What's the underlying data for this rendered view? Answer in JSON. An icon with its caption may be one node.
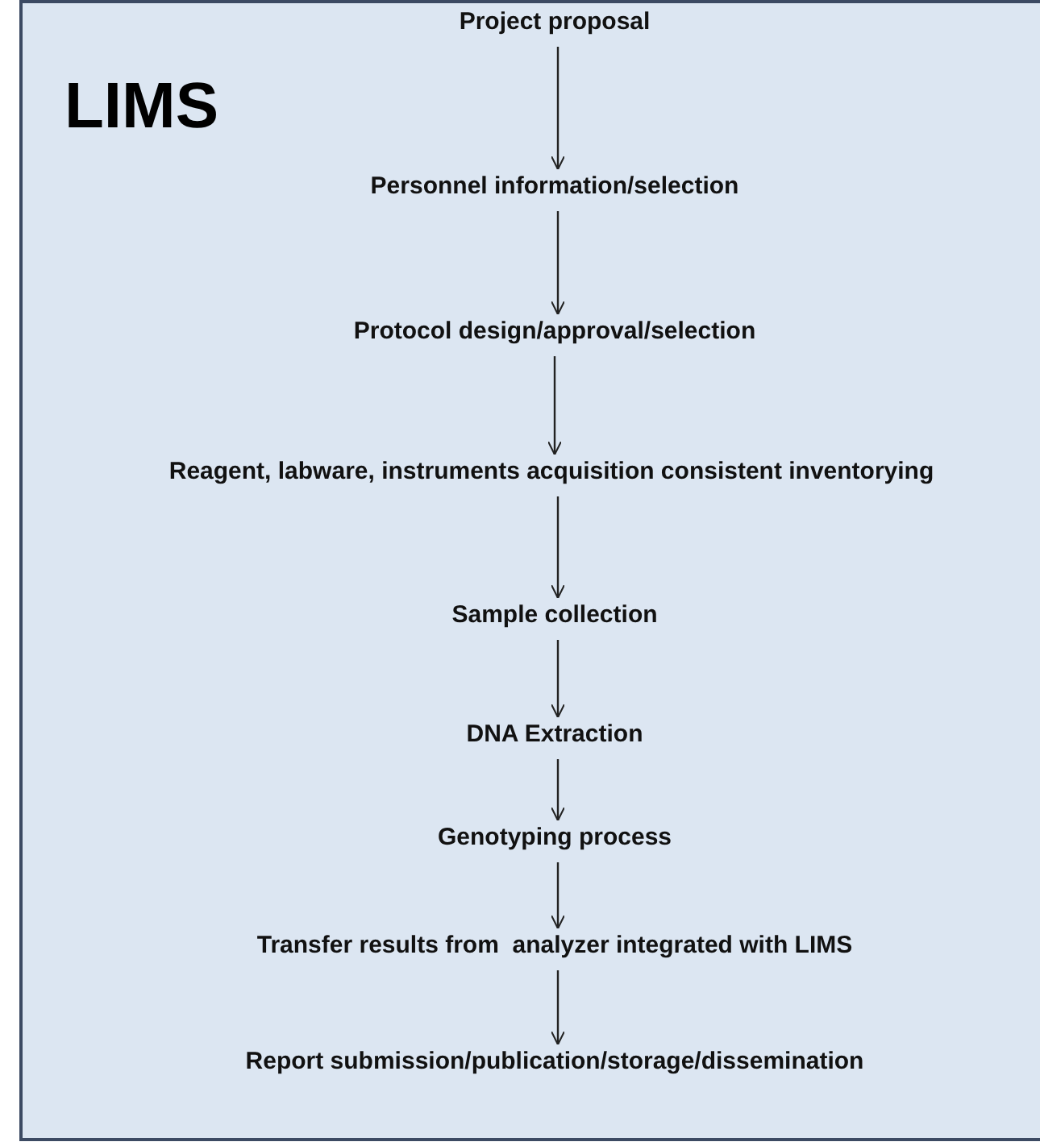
{
  "diagram": {
    "title": "LIMS",
    "nodes": [
      {
        "text": [
          "Project proposal"
        ]
      },
      {
        "text": [
          "Personnel information/selection"
        ]
      },
      {
        "text": [
          "Protocol design/approval/selection"
        ]
      },
      {
        "text": [
          "Reagent, labware, instruments acquisition consistent inventorying"
        ]
      },
      {
        "text": [
          "Sample collection"
        ]
      },
      {
        "text": [
          "DNA Extraction"
        ]
      },
      {
        "text": [
          "Genotyping process"
        ]
      },
      {
        "text": [
          "Transfer results from  analyzer integrated with LIMS"
        ]
      },
      {
        "text": [
          "Report submission/publication/storage/dissemination"
        ]
      }
    ],
    "edges": [
      {
        "from": 0,
        "to": 1,
        "arrow": "to"
      },
      {
        "from": 1,
        "to": 2,
        "arrow": "to"
      },
      {
        "from": 2,
        "to": 3,
        "arrow": "to"
      },
      {
        "from": 3,
        "to": 4,
        "arrow": "to"
      },
      {
        "from": 4,
        "to": 5,
        "arrow": "to"
      },
      {
        "from": 5,
        "to": 6,
        "arrow": "to"
      },
      {
        "from": 6,
        "to": 7,
        "arrow": "to"
      },
      {
        "from": 7,
        "to": 8,
        "arrow": "to"
      }
    ]
  }
}
